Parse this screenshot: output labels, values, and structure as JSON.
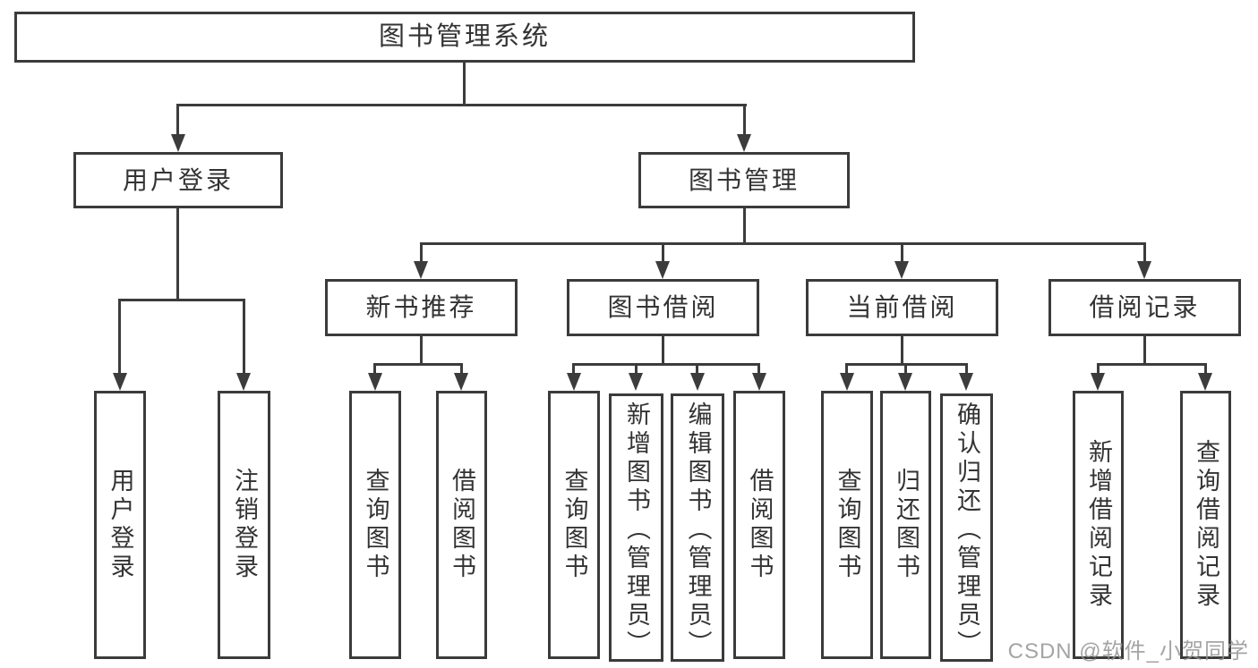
{
  "diagram": {
    "root": {
      "label": "图书管理系统"
    },
    "level2": [
      {
        "label": "用户登录",
        "children": [
          {
            "label": "用户登录"
          },
          {
            "label": "注销登录"
          }
        ]
      },
      {
        "label": "图书管理",
        "children": [
          {
            "label": "新书推荐",
            "children": [
              {
                "label": "查询图书"
              },
              {
                "label": "借阅图书"
              }
            ]
          },
          {
            "label": "图书借阅",
            "children": [
              {
                "label": "查询图书"
              },
              {
                "label": "新增图书（管理员）"
              },
              {
                "label": "编辑图书（管理员）"
              },
              {
                "label": "借阅图书"
              }
            ]
          },
          {
            "label": "当前借阅",
            "children": [
              {
                "label": "查询图书"
              },
              {
                "label": "归还图书"
              },
              {
                "label": "确认归还（管理员）"
              }
            ]
          },
          {
            "label": "借阅记录",
            "children": [
              {
                "label": "新增借阅记录"
              },
              {
                "label": "查询借阅记录"
              }
            ]
          }
        ]
      }
    ]
  },
  "watermark": {
    "text": "CSDN @软件_小贺同学"
  },
  "colors": {
    "line": "#3c3c3c",
    "box_border": "#3b3b3b",
    "text": "#333333",
    "background": "#ffffff",
    "watermark": "#949494"
  }
}
